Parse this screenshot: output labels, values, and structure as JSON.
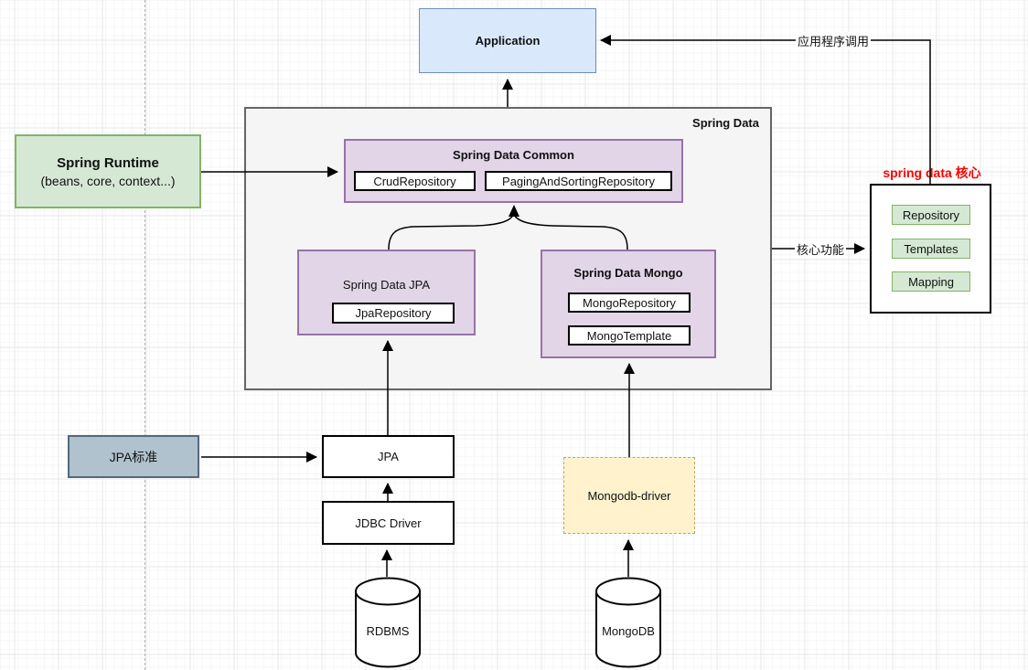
{
  "diagram": {
    "application": {
      "label": "Application"
    },
    "spring_data": {
      "label": "Spring Data",
      "common": {
        "title": "Spring Data Common",
        "items": [
          "CrudRepository",
          "PagingAndSortingRepository"
        ]
      },
      "jpa": {
        "title": "Spring Data JPA",
        "items": [
          "JpaRepository"
        ]
      },
      "mongo": {
        "title": "Spring Data Mongo",
        "items": [
          "MongoRepository",
          "MongoTemplate"
        ]
      }
    },
    "spring_runtime": {
      "title": "Spring Runtime",
      "subtitle": "(beans, core, context...)"
    },
    "core": {
      "heading": "spring data 核心",
      "items": [
        "Repository",
        "Templates",
        "Mapping"
      ]
    },
    "jpa_standard": {
      "label": "JPA标准"
    },
    "jpa": {
      "label": "JPA"
    },
    "jdbc_driver": {
      "label": "JDBC Driver"
    },
    "mongodb_driver": {
      "label": "Mongodb-driver"
    },
    "rdbms": {
      "label": "RDBMS"
    },
    "mongodb": {
      "label": "MongoDB"
    },
    "edge_labels": {
      "application_call": "应用程序调用",
      "core_function": "核心功能"
    },
    "colors": {
      "application_fill": "#dae8fc",
      "application_border": "#6c8ebf",
      "module_fill": "#e1d5e7",
      "module_border": "#9673a6",
      "green_fill": "#d5e8d4",
      "green_border": "#82b366",
      "container_fill": "#f5f5f5",
      "container_border": "#666666",
      "jpa_standard_fill": "#b0c2ce",
      "jpa_standard_border": "#54687c",
      "driver_fill": "#fff2cc",
      "driver_border": "#b3ab66",
      "heading_red": "#ff0000",
      "edge_stroke": "#000000"
    }
  }
}
